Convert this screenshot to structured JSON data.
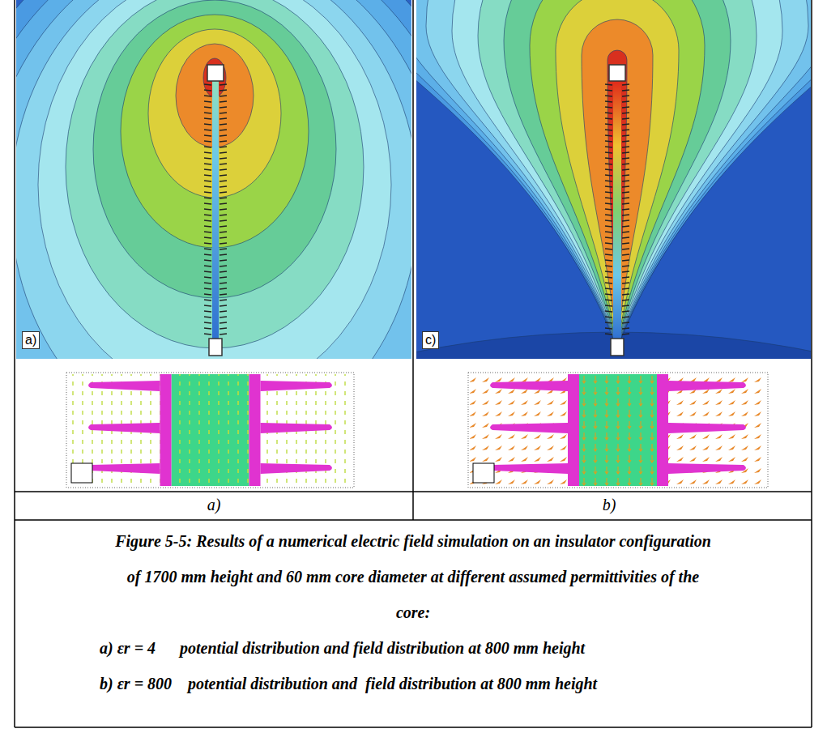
{
  "diagram": {
    "caption": "Figure 5-5: Results of a numerical electric field simulation on an insulator configuration of 1700 mm height and 60 mm core diameter at different assumed permittivities of the core:",
    "labels": [
      "a)",
      "c)",
      "a)",
      "b)",
      "a) εr = 4      potential distribution and field distribution at 800 mm height",
      "b) εr = 800    potential distribution and  field distribution at 800 mm height"
    ]
  }
}
